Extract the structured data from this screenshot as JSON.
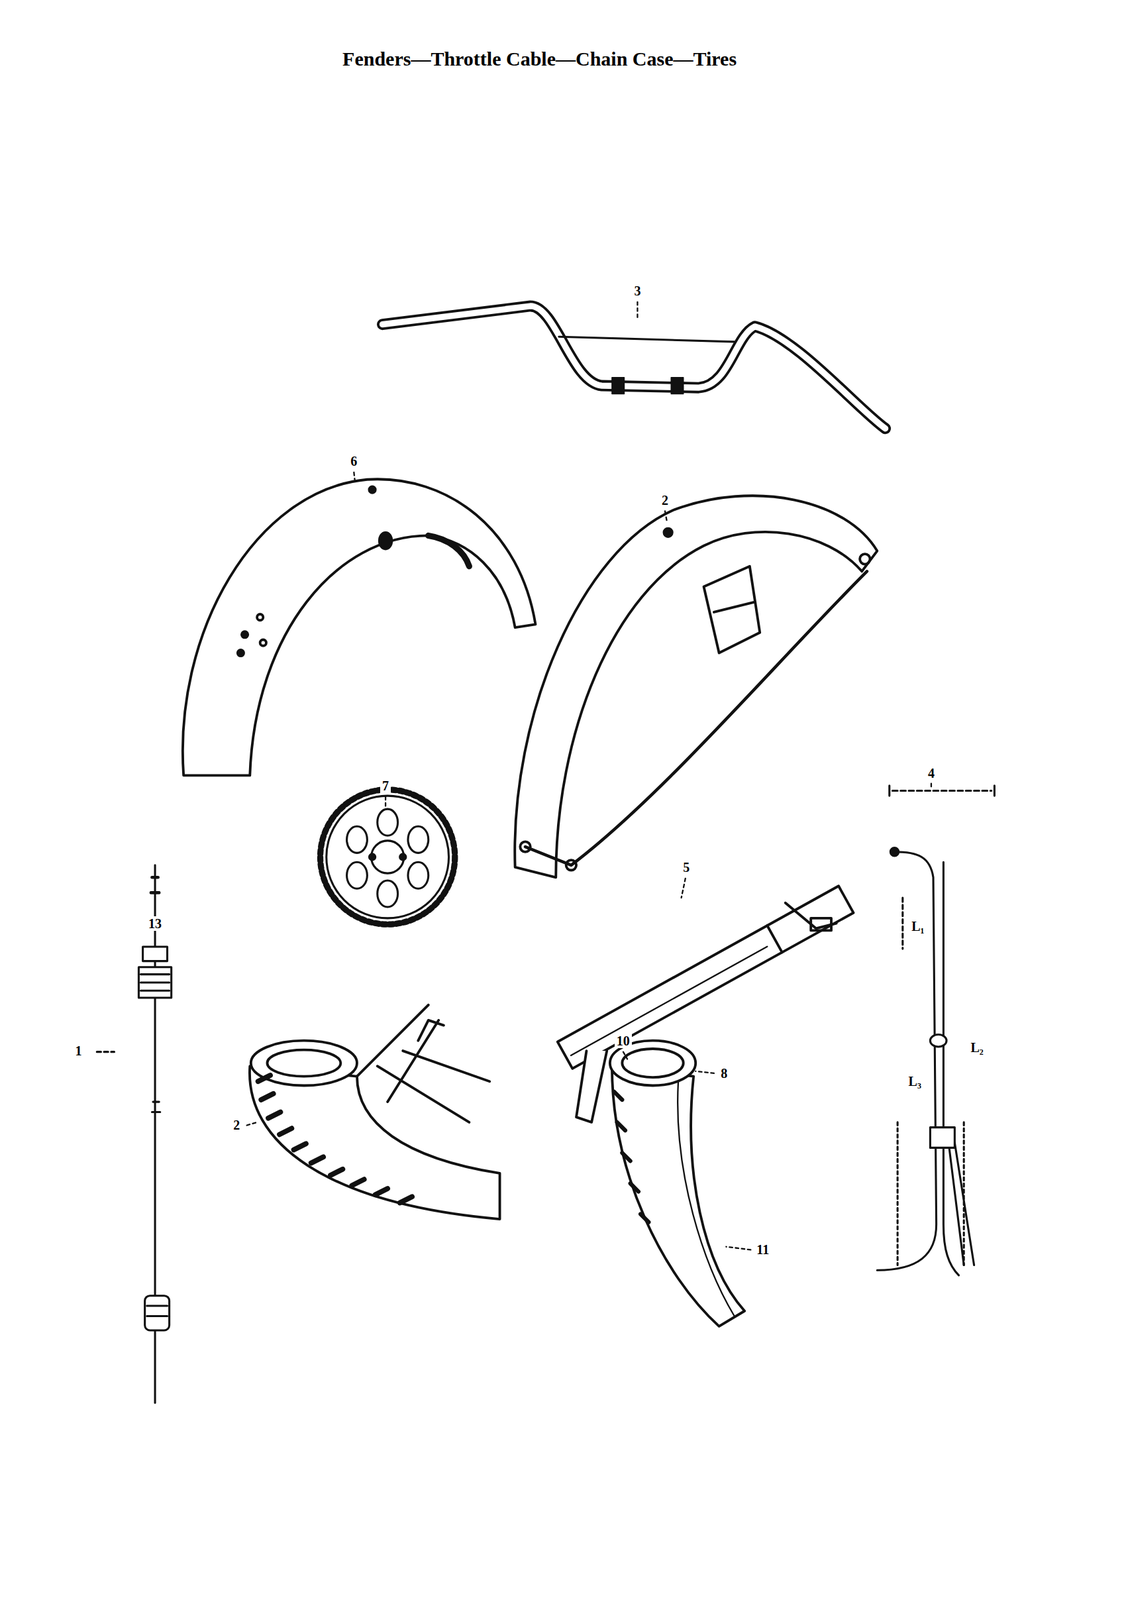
{
  "diagram": {
    "title": "Fenders—Throttle Cable—Chain Case—Tires",
    "labels": [
      "3",
      "6",
      "2",
      "7",
      "4",
      "5",
      "1",
      "13",
      "L₁",
      "L₂",
      "L₃",
      "2",
      "10",
      "8",
      "11"
    ]
  }
}
